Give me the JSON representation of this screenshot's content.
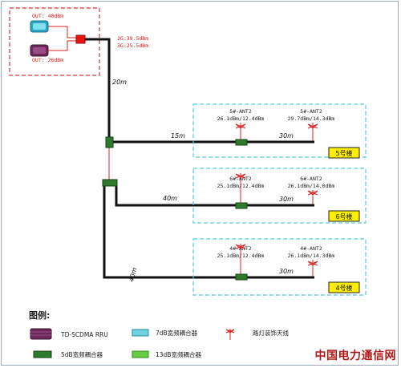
{
  "source": {
    "out_top": "OUT: 40dBm",
    "out_bottom": "OUT: 26dBm",
    "combined_2g": "2G:39.5dBm",
    "combined_3g": "3G:25.5dBm"
  },
  "cables": {
    "main_vertical": "20m",
    "b5_horizontal": "15m",
    "b6_horizontal": "40m",
    "b4_vertical": "40m",
    "b5_right": "30m",
    "b6_right": "30m",
    "b4_right": "30m"
  },
  "buildings": {
    "b5": {
      "label": "5号楼",
      "ant1_name": "5#-ANT2",
      "ant1_power": "26.1dBm/12.4dBm",
      "ant2_name": "5#-ANT2",
      "ant2_power": "29.7dBm/14.3dBm"
    },
    "b6": {
      "label": "6号楼",
      "ant1_name": "6#-ANT2",
      "ant1_power": "25.1dBm/12.4dBm",
      "ant2_name": "6#-ANT2",
      "ant2_power": "26.1dBm/14.0dBm"
    },
    "b4": {
      "label": "4号楼",
      "ant1_name": "4#-ANT2",
      "ant1_power": "25.1dBm/12.4dBm",
      "ant2_name": "4#-ANT2",
      "ant2_power": "26.1dBm/14.3dBm"
    }
  },
  "legend": {
    "title": "图例:",
    "rru": "TD-SCDMA RRU",
    "c7db": "7dB宽频耦合器",
    "antenna": "路灯装饰天线",
    "c5db": "5dB宽频耦合器",
    "c13db": "13dB宽频耦合器"
  },
  "watermark": "中国电力通信网",
  "colors": {
    "cable": "#111111",
    "feeder_red": "#dd2222",
    "combiner": "#ee1111",
    "dashed_red": "#dd3333",
    "dashed_cyan": "#55c8d8",
    "coupler_5db": "#2f7a2f",
    "coupler_7db": "#6fd3df",
    "coupler_13db": "#66cc44",
    "rru": "#6b2a5a",
    "label_box": "#ffee00",
    "text_red": "#cc2222"
  }
}
